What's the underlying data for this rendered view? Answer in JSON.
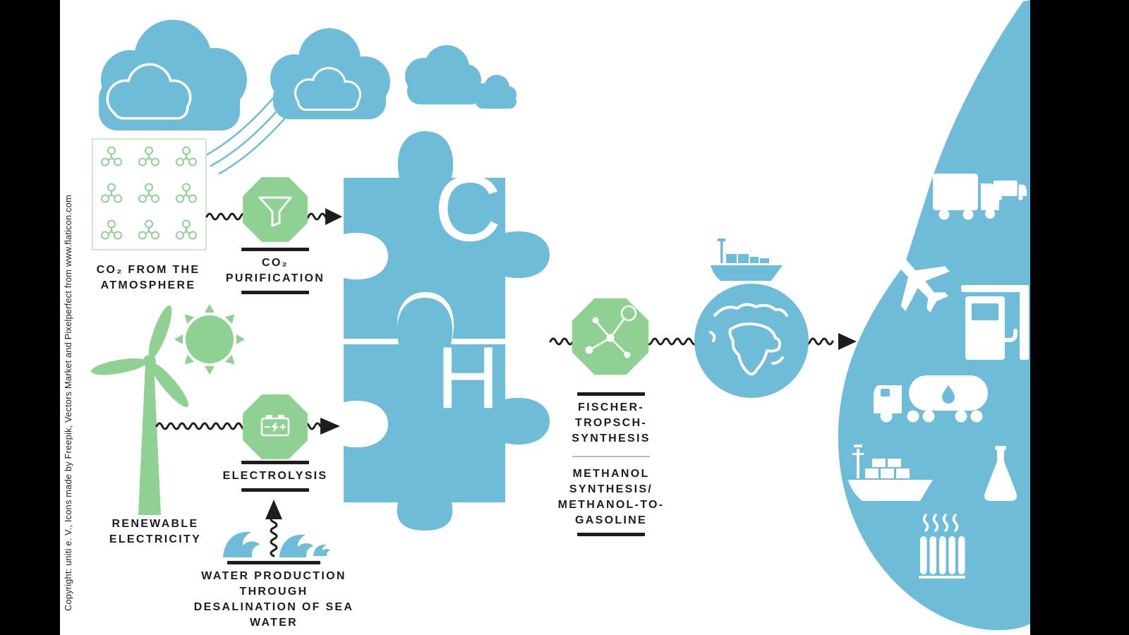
{
  "copyright": "Copyright: uniti e. V., Icons made by Freepik, Vectors Market and Pixelperfect from www.flaticon.com",
  "colors": {
    "blue": "#6fbcd9",
    "green": "#8fd192",
    "ink": "#1d1d1d",
    "canvas": "#ffffff",
    "frame": "#000000"
  },
  "puzzle": {
    "carbon": "C",
    "hydrogen": "H"
  },
  "steps": {
    "co2_source": {
      "label": "CO₂ FROM THE\nATMOSPHERE"
    },
    "co2_purification": {
      "label": "CO₂\nPURIFICATION"
    },
    "electrolysis": {
      "label": "ELECTROLYSIS"
    },
    "renewable_electricity": {
      "label": "RENEWABLE\nELECTRICITY"
    },
    "water_production": {
      "label": "WATER PRODUCTION THROUGH\nDESALINATION OF SEA WATER"
    },
    "synthesis_primary": {
      "label": "FISCHER-\nTROPSCH-\nSYNTHESIS"
    },
    "synthesis_secondary": {
      "label": "METHANOL\nSYNTHESIS/\nMETHANOL-TO-\nGASOLINE"
    }
  },
  "icons": [
    "cloud",
    "co2-molecule",
    "funnel",
    "sun",
    "wind-turbine",
    "battery",
    "sea-waves",
    "molecule",
    "cargo-ship",
    "globe",
    "puzzle-piece",
    "water-drop",
    "box-truck",
    "delivery-truck",
    "airplane",
    "fuel-pump",
    "tanker-truck",
    "container-ship",
    "laboratory-flask",
    "radiator-heating"
  ]
}
